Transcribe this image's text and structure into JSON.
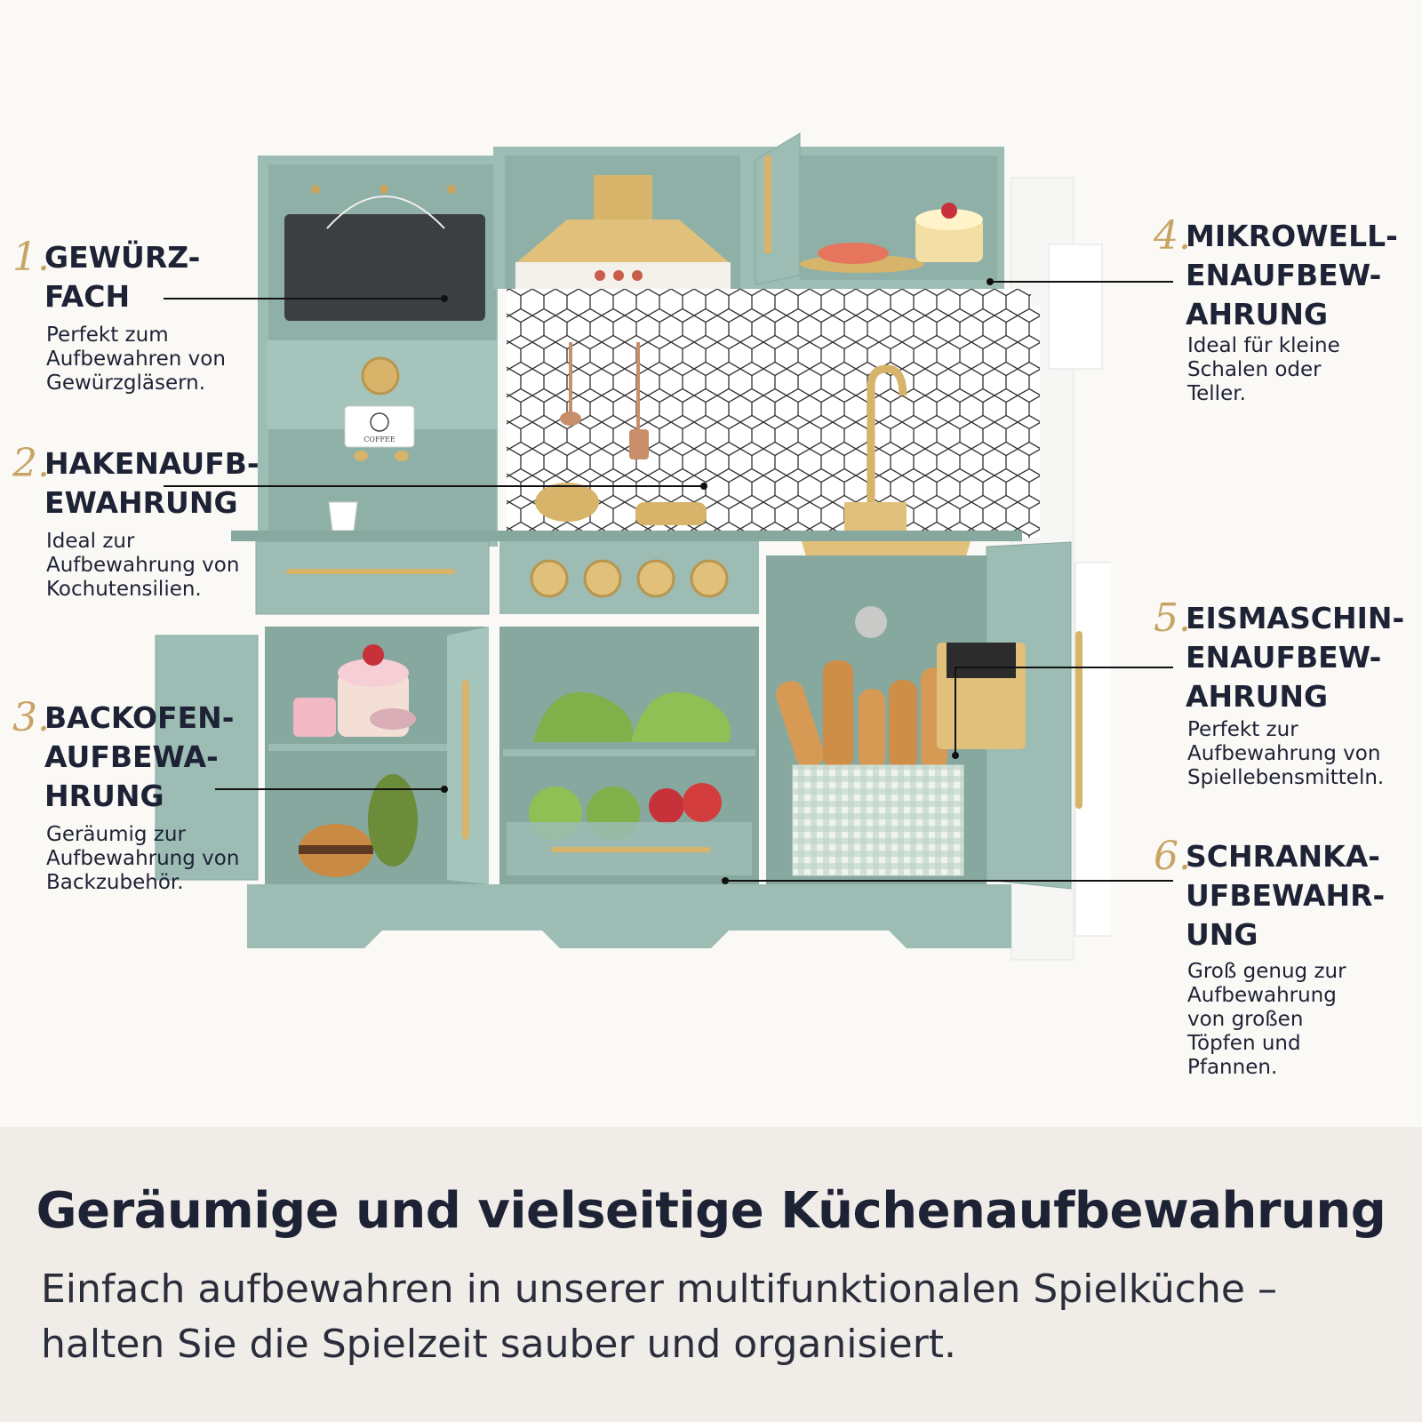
{
  "callouts": [
    {
      "num": "1.",
      "title": "GEWÜRZ-\nFACH",
      "desc": "Perfekt zum\nAufbewahren von\nGewürzgläsern."
    },
    {
      "num": "2.",
      "title": "HAKENAUFB-\nEWAHRUNG",
      "desc": "Ideal zur\nAufbewahrung von\nKochutensilien."
    },
    {
      "num": "3.",
      "title": "BACKOFEN-\nAUFBEWA-\nHRUNG",
      "desc": "Geräumig zur\nAufbewahrung von\nBackzubehör."
    },
    {
      "num": "4.",
      "title": "MIKROWELL-\nENAUFBEW-\nAHRUNG",
      "desc": "Ideal für kleine\nSchalen oder\nTeller."
    },
    {
      "num": "5.",
      "title": "EISMASCHIN-\nENAUFBEW-\nAHRUNG",
      "desc": "Perfekt zur\nAufbewahrung von\nSpiellebensmitteln."
    },
    {
      "num": "6.",
      "title": "SCHRANKA-\nUFBEWAHR-\nUNG",
      "desc": "Groß genug zur\nAufbewahrung\nvon großen\nTöpfen und\nPfannen."
    }
  ],
  "kitchen": {
    "coffee_label": "COFFEE"
  },
  "footer": {
    "headline": "Geräumige und vielseitige Küchenaufbewahrung",
    "subline": "Einfach aufbewahren in unserer multifunktionalen Spielküche –\nhalten Sie die Spielzeit sauber und organisiert."
  },
  "colors": {
    "mint": "#9cbcb4",
    "mint_dark": "#86a89f",
    "gold": "#d7b46a",
    "navy": "#1e2235",
    "accent_number": "#c8a464"
  }
}
